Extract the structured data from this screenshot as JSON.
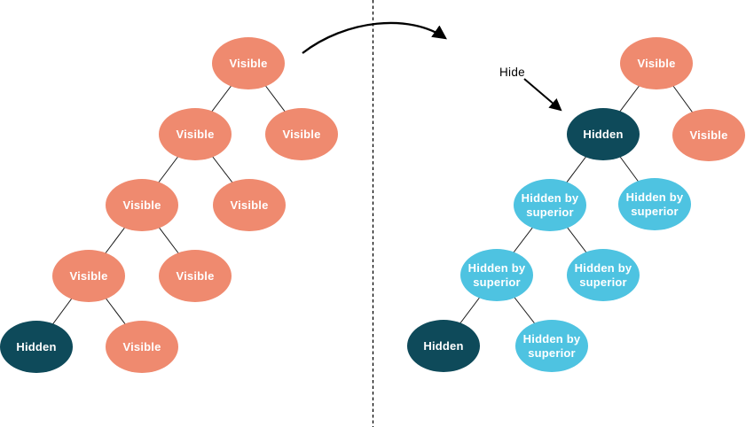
{
  "colors": {
    "visible": "#EF8A6F",
    "hidden": "#0E4A5A",
    "hidden_by_superior": "#4EC3E1",
    "node_text": "#FFFFFF",
    "edge": "#1A1A1A",
    "arrow": "#000000"
  },
  "annotations": {
    "hide_label": "Hide"
  },
  "left_tree": {
    "nodes": [
      {
        "label": "Visible",
        "state": "visible"
      },
      {
        "label": "Visible",
        "state": "visible"
      },
      {
        "label": "Visible",
        "state": "visible"
      },
      {
        "label": "Visible",
        "state": "visible"
      },
      {
        "label": "Visible",
        "state": "visible"
      },
      {
        "label": "Visible",
        "state": "visible"
      },
      {
        "label": "Visible",
        "state": "visible"
      },
      {
        "label": "Hidden",
        "state": "hidden"
      },
      {
        "label": "Visible",
        "state": "visible"
      }
    ]
  },
  "right_tree": {
    "nodes": [
      {
        "label": "Visible",
        "state": "visible"
      },
      {
        "label": "Hidden",
        "state": "hidden"
      },
      {
        "label": "Visible",
        "state": "visible"
      },
      {
        "label": "Hidden by superior",
        "state": "hidden_by_superior"
      },
      {
        "label": "Hidden by superior",
        "state": "hidden_by_superior"
      },
      {
        "label": "Hidden by superior",
        "state": "hidden_by_superior"
      },
      {
        "label": "Hidden by superior",
        "state": "hidden_by_superior"
      },
      {
        "label": "Hidden",
        "state": "hidden"
      },
      {
        "label": "Hidden by superior",
        "state": "hidden_by_superior"
      }
    ]
  }
}
